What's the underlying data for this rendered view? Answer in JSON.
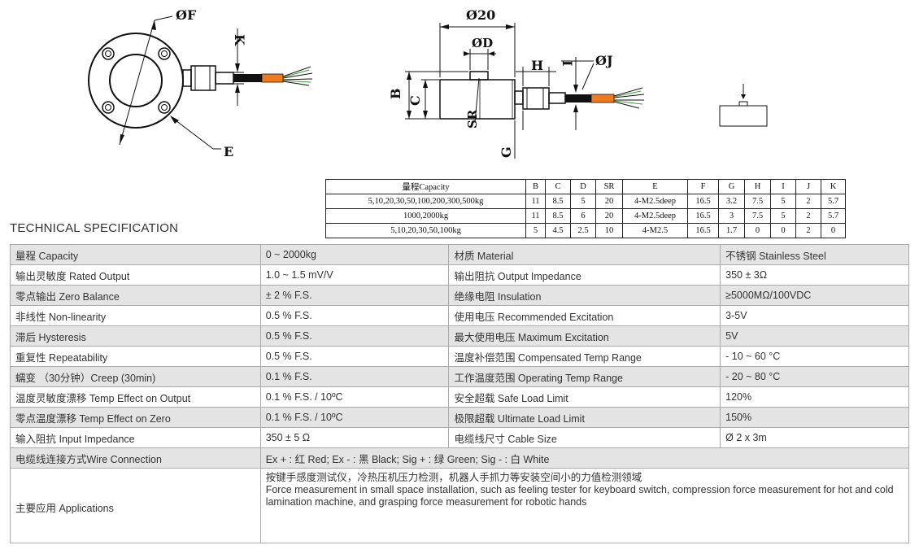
{
  "drawing": {
    "front_view": {
      "label_f": "ØF",
      "label_k": "K",
      "label_e": "E"
    },
    "side_view": {
      "label_20": "Ø20",
      "label_d": "ØD",
      "label_h": "H",
      "label_i": "I",
      "label_j": "ØJ",
      "label_b": "B",
      "label_c": "C",
      "label_sr": "SR",
      "label_g": "G"
    }
  },
  "dimension_table": {
    "headers": [
      "量程Capacity",
      "B",
      "C",
      "D",
      "SR",
      "E",
      "F",
      "G",
      "H",
      "I",
      "J",
      "K"
    ],
    "rows": [
      [
        "5,10,20,30,50,100,200,300,500kg",
        "11",
        "8.5",
        "5",
        "20",
        "4-M2.5deep",
        "16.5",
        "3.2",
        "7.5",
        "5",
        "2",
        "5.7"
      ],
      [
        "1000,2000kg",
        "11",
        "8.5",
        "6",
        "20",
        "4-M2.5deep",
        "16.5",
        "3",
        "7.5",
        "5",
        "2",
        "5.7"
      ],
      [
        "5,10,20,30,50,100kg",
        "5",
        "4.5",
        "2.5",
        "10",
        "4-M2.5",
        "16.5",
        "1.7",
        "0",
        "0",
        "2",
        "0"
      ]
    ]
  },
  "spec_heading": "TECHNICAL SPECIFICATION",
  "specs": [
    [
      "量程 Capacity",
      "0 ~ 2000kg",
      "材质 Material",
      "不锈钢 Stainless Steel"
    ],
    [
      "输出灵敏度 Rated Output",
      "1.0 ~ 1.5 mV/V",
      "输出阻抗  Output Impedance",
      "350 ± 3Ω"
    ],
    [
      "零点输出  Zero Balance",
      "± 2 % F.S.",
      "绝缘电阻  Insulation",
      "≥5000MΩ/100VDC"
    ],
    [
      "非线性 Non-linearity",
      "0.5 % F.S.",
      "使用电压 Recommended Excitation",
      "3-5V"
    ],
    [
      "滞后 Hysteresis",
      "0.5 % F.S.",
      "最大使用电压 Maximum Excitation",
      "5V"
    ],
    [
      "重复性 Repeatability",
      "0.5 % F.S.",
      "温度补偿范围 Compensated Temp Range",
      "- 10 ~ 60 °C"
    ],
    [
      "蠕变  （30分钟）Creep (30min)",
      "0.1 % F.S.",
      "工作温度范围 Operating Temp  Range",
      "- 20 ~ 80 °C"
    ],
    [
      "温度灵敏度漂移 Temp Effect on Output",
      "0.1 % F.S. / 10ºC",
      "安全超载 Safe Load Limit",
      "120%"
    ],
    [
      "零点温度漂移 Temp Effect on Zero",
      "0.1 % F.S. / 10ºC",
      "极限超载 Ultimate Load Limit",
      "150%"
    ],
    [
      "输入阻抗 Input Impedance",
      "350 ± 5 Ω",
      "电缆线尺寸 Cable Size",
      "Ø 2 x 3m"
    ]
  ],
  "wire_connection": {
    "label": "电缆线连接方式Wire Connection",
    "value": "Ex + : 红 Red;   Ex - : 黑 Black; Sig + : 绿 Green; Sig - : 白 White"
  },
  "applications": {
    "label": "主要应用 Applications",
    "line_cn": "按键手感度测试仪，冷热压机压力检测，机器人手抓力等安装空间小的力值检测领域",
    "line_en": "Force measurement in small space installation, such as feeling tester for keyboard switch, compression force measurement for hot and cold lamination machine, and grasping force measurement for robotic  hands"
  },
  "colors": {
    "cable_orange": "#f07a1e",
    "row_shade": "#e4e4e4",
    "border": "#aaaaaa"
  }
}
